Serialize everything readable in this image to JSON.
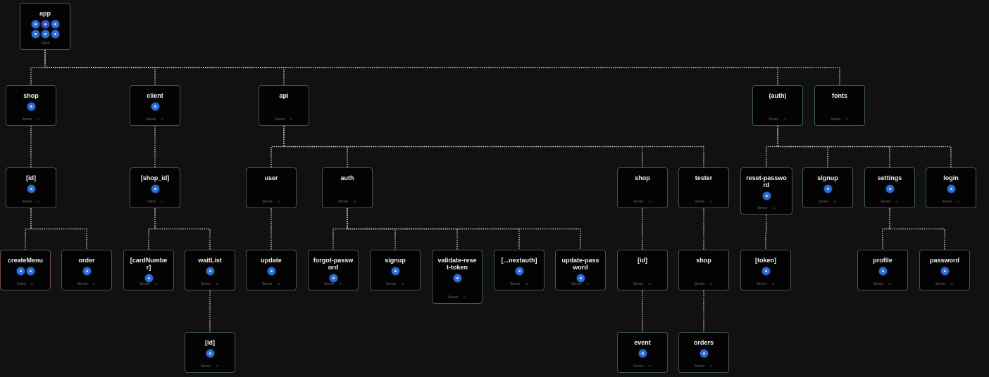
{
  "nodes": [
    {
      "id": "app",
      "label": "app",
      "meta": "Client",
      "icons": 6,
      "kind": "root"
    },
    {
      "id": "shop",
      "label": "shop",
      "meta": "Server",
      "icons": 1
    },
    {
      "id": "client",
      "label": "client",
      "meta": "Server",
      "icons": 1
    },
    {
      "id": "api",
      "label": "api",
      "meta": "Server",
      "icons": 0
    },
    {
      "id": "auth_group",
      "label": "(auth)",
      "meta": "Server",
      "icons": 0
    },
    {
      "id": "fonts",
      "label": "fonts",
      "meta": "Server",
      "icons": 0
    },
    {
      "id": "shop_id",
      "label": "[id]",
      "meta": "Server",
      "icons": 1
    },
    {
      "id": "client_shop_id",
      "label": "[shop_id]",
      "meta": "Client",
      "icons": 1,
      "kind": "client"
    },
    {
      "id": "user",
      "label": "user",
      "meta": "Server",
      "icons": 0
    },
    {
      "id": "auth",
      "label": "auth",
      "meta": "Server",
      "icons": 0
    },
    {
      "id": "api_shop",
      "label": "shop",
      "meta": "Server",
      "icons": 0
    },
    {
      "id": "tester",
      "label": "tester",
      "meta": "Server",
      "icons": 0
    },
    {
      "id": "reset_password",
      "label": "reset-password",
      "meta": "Server",
      "icons": 1
    },
    {
      "id": "signup_page",
      "label": "signup",
      "meta": "Server",
      "icons": 1
    },
    {
      "id": "settings",
      "label": "settings",
      "meta": "Server",
      "icons": 1
    },
    {
      "id": "login",
      "label": "login",
      "meta": "Server",
      "icons": 1
    },
    {
      "id": "createMenu",
      "label": "createMenu",
      "meta": "Client",
      "icons": 2,
      "kind": "client"
    },
    {
      "id": "order",
      "label": "order",
      "meta": "Server",
      "icons": 1
    },
    {
      "id": "cardNumber",
      "label": "[cardNumber]",
      "meta": "Server",
      "icons": 1
    },
    {
      "id": "waitList",
      "label": "waitList",
      "meta": "Server",
      "icons": 1
    },
    {
      "id": "update",
      "label": "update",
      "meta": "Server",
      "icons": 1
    },
    {
      "id": "forgot_password",
      "label": "forgot-password",
      "meta": "Server",
      "icons": 1
    },
    {
      "id": "signup_api",
      "label": "signup",
      "meta": "Server",
      "icons": 1
    },
    {
      "id": "validate_reset_token",
      "label": "validate-reset-token",
      "meta": "Server",
      "icons": 1
    },
    {
      "id": "nextauth",
      "label": "[...nextauth]",
      "meta": "Server",
      "icons": 1
    },
    {
      "id": "update_password",
      "label": "update-password",
      "meta": "Server",
      "icons": 1
    },
    {
      "id": "api_shop_id",
      "label": "[id]",
      "meta": "Server",
      "icons": 0
    },
    {
      "id": "tester_shop",
      "label": "shop",
      "meta": "Server",
      "icons": 0
    },
    {
      "id": "token",
      "label": "[token]",
      "meta": "Server",
      "icons": 1
    },
    {
      "id": "profile",
      "label": "profile",
      "meta": "Server",
      "icons": 1
    },
    {
      "id": "password",
      "label": "password",
      "meta": "Server",
      "icons": 1
    },
    {
      "id": "waitList_id",
      "label": "[id]",
      "meta": "Server",
      "icons": 1
    },
    {
      "id": "event",
      "label": "event",
      "meta": "Server",
      "icons": 1
    },
    {
      "id": "orders",
      "label": "orders",
      "meta": "Server",
      "icons": 1
    }
  ],
  "edges": [
    [
      "app",
      "shop"
    ],
    [
      "app",
      "client"
    ],
    [
      "app",
      "api"
    ],
    [
      "app",
      "auth_group"
    ],
    [
      "app",
      "fonts"
    ],
    [
      "shop",
      "shop_id"
    ],
    [
      "shop_id",
      "createMenu"
    ],
    [
      "shop_id",
      "order"
    ],
    [
      "client",
      "client_shop_id"
    ],
    [
      "client_shop_id",
      "cardNumber"
    ],
    [
      "client_shop_id",
      "waitList"
    ],
    [
      "waitList",
      "waitList_id"
    ],
    [
      "api",
      "user"
    ],
    [
      "api",
      "auth"
    ],
    [
      "api",
      "api_shop"
    ],
    [
      "api",
      "tester"
    ],
    [
      "user",
      "update"
    ],
    [
      "auth",
      "forgot_password"
    ],
    [
      "auth",
      "signup_api"
    ],
    [
      "auth",
      "validate_reset_token"
    ],
    [
      "auth",
      "nextauth"
    ],
    [
      "auth",
      "update_password"
    ],
    [
      "api_shop",
      "api_shop_id"
    ],
    [
      "api_shop_id",
      "event"
    ],
    [
      "tester",
      "tester_shop"
    ],
    [
      "tester_shop",
      "orders"
    ],
    [
      "auth_group",
      "reset_password"
    ],
    [
      "auth_group",
      "signup_page"
    ],
    [
      "auth_group",
      "settings"
    ],
    [
      "auth_group",
      "login"
    ],
    [
      "reset_password",
      "token"
    ],
    [
      "settings",
      "profile"
    ],
    [
      "settings",
      "password"
    ]
  ]
}
